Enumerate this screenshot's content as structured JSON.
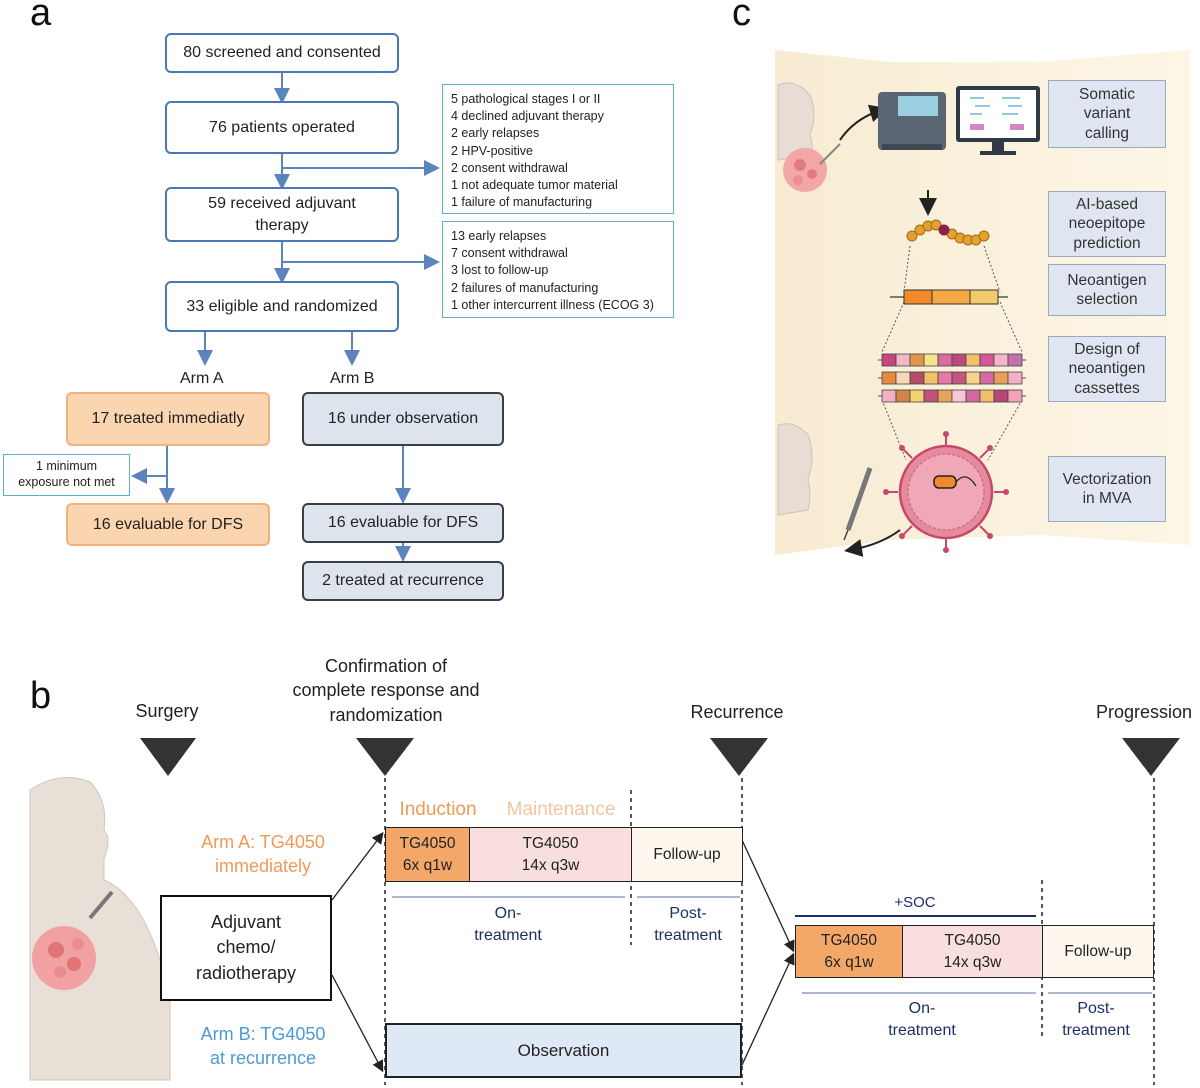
{
  "panel_labels": {
    "a": "a",
    "b": "b",
    "c": "c"
  },
  "panel_a": {
    "flow": [
      "80 screened and consented",
      "76 patients operated",
      "59 received adjuvant\ntherapy",
      "33 eligible and randomized"
    ],
    "exclusions_1": [
      "5 pathological stages I or II",
      "4 declined adjuvant therapy",
      "2 early relapses",
      "2 HPV-positive",
      "2 consent withdrawal",
      "1 not adequate tumor material",
      "1 failure of manufacturing"
    ],
    "exclusions_2": [
      "13 early relapses",
      "7 consent withdrawal",
      "3 lost to follow-up",
      "2 failures of manufacturing",
      "1 other intercurrent illness (ECOG 3)"
    ],
    "arm_a_label": "Arm A",
    "arm_b_label": "Arm B",
    "arm_a_treated": "17 treated immediatly",
    "arm_a_excluded": "1 minimum\nexposure not met",
    "arm_a_evaluable": "16 evaluable for DFS",
    "arm_b_observation": "16 under observation",
    "arm_b_evaluable": "16 evaluable for DFS",
    "arm_b_recurrence": "2 treated at recurrence"
  },
  "panel_b": {
    "milestones": {
      "surgery": "Surgery",
      "confirmation": "Confirmation of\ncomplete response and\nrandomization",
      "recurrence": "Recurrence",
      "progression": "Progression"
    },
    "adjuvant": "Adjuvant\nchemo/\nradiotherapy",
    "arm_a": "Arm A: TG4050\nimmediately",
    "arm_b": "Arm B: TG4050\nat recurrence",
    "induction": "Induction",
    "maintenance": "Maintenance",
    "tg_induction": "TG4050\n6x q1w",
    "tg_maintenance": "TG4050\n14x q3w",
    "follow_up": "Follow-up",
    "on_treatment": "On-\ntreatment",
    "post_treatment": "Post-\ntreatment",
    "observation": "Observation",
    "soc": "+SOC",
    "colors": {
      "orange": "#f3a86a",
      "pink": "#f8dedd",
      "cream": "#fdf7ee",
      "observation": "#dfe9f6",
      "navy": "#1f2d6b"
    }
  },
  "panel_c": {
    "steps": [
      "Somatic\nvariant\ncalling",
      "AI-based\nneoepitope\nprediction",
      "Neoantigen\nselection",
      "Design of\nneoantigen\ncassettes",
      "Vectorization\nin MVA"
    ]
  }
}
